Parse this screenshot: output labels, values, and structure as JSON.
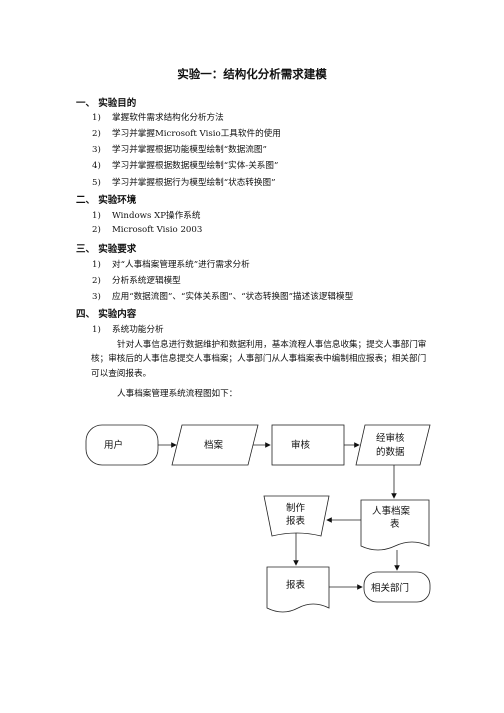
{
  "title": "实验一：结构化分析需求建模",
  "sections": [
    {
      "heading": "一、 实验目的",
      "items": [
        {
          "num": "1)",
          "text": "掌握软件需求结构化分析方法"
        },
        {
          "num": "2)",
          "text": "学习并掌握Microsoft Visio工具软件的使用"
        },
        {
          "num": "3)",
          "text": "学习并掌握根据功能模型绘制“数据流图”"
        },
        {
          "num": "4)",
          "text": "学习并掌握根据数据模型绘制“实体-关系图”"
        },
        {
          "num": "5)",
          "text": "学习并掌握根据行为模型绘制“状态转换图”"
        }
      ]
    },
    {
      "heading": "二、 实验环境",
      "items": [
        {
          "num": "1)",
          "text": "Windows XP操作系统"
        },
        {
          "num": "2)",
          "text": "Microsoft Visio 2003"
        }
      ]
    },
    {
      "heading": "三、 实验要求",
      "items": [
        {
          "num": "1)",
          "text": "对“人事档案管理系统”进行需求分析"
        },
        {
          "num": "2)",
          "text": "分析系统逻辑模型"
        },
        {
          "num": "3)",
          "text": "应用“数据流图”、“实体关系图”、“状态转换图”描述该逻辑模型"
        }
      ]
    },
    {
      "heading": "四、 实验内容",
      "items": [
        {
          "num": "1)",
          "text": "系统功能分析"
        }
      ]
    }
  ],
  "paragraph": "针对人事信息进行数据维护和数据利用，基本流程人事信息收集；提交人事部门审核；审核后的人事信息提交人事档案；人事部门从人事档案表中编制相应报表；相关部门可以查阅报表。",
  "flow_intro": "人事档案管理系统流程图如下：",
  "flowchart": {
    "user": "用户",
    "archive": "档案",
    "review": "审核",
    "reviewed_data_1": "经审核",
    "reviewed_data_2": "的数据",
    "hr_table_1": "人事档案",
    "hr_table_2": "表",
    "make_report_1": "制作",
    "make_report_2": "报表",
    "report": "报表",
    "dept": "相关部门"
  }
}
